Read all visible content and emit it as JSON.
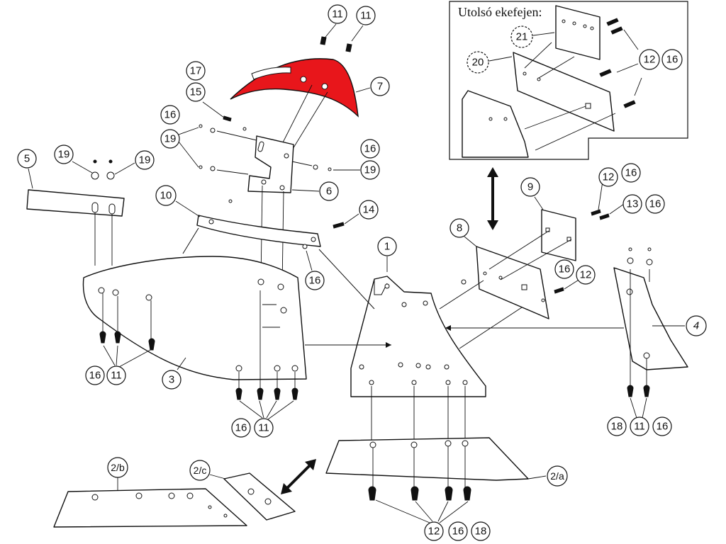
{
  "inset": {
    "title": "Utolsó ekefejen:"
  },
  "callouts": {
    "c1": "1",
    "c2a": "2/a",
    "c2b": "2/b",
    "c2c": "2/c",
    "c3": "3",
    "c4": "4",
    "c5": "5",
    "c6": "6",
    "c7": "7",
    "c8": "8",
    "c9": "9",
    "c10": "10",
    "c11": "11",
    "c12": "12",
    "c13": "13",
    "c14": "14",
    "c15": "15",
    "c16": "16",
    "c17": "17",
    "c18": "18",
    "c19": "19",
    "c20": "20",
    "c21": "21"
  },
  "colors": {
    "highlight_part": "#e8161b",
    "line": "#111111"
  }
}
